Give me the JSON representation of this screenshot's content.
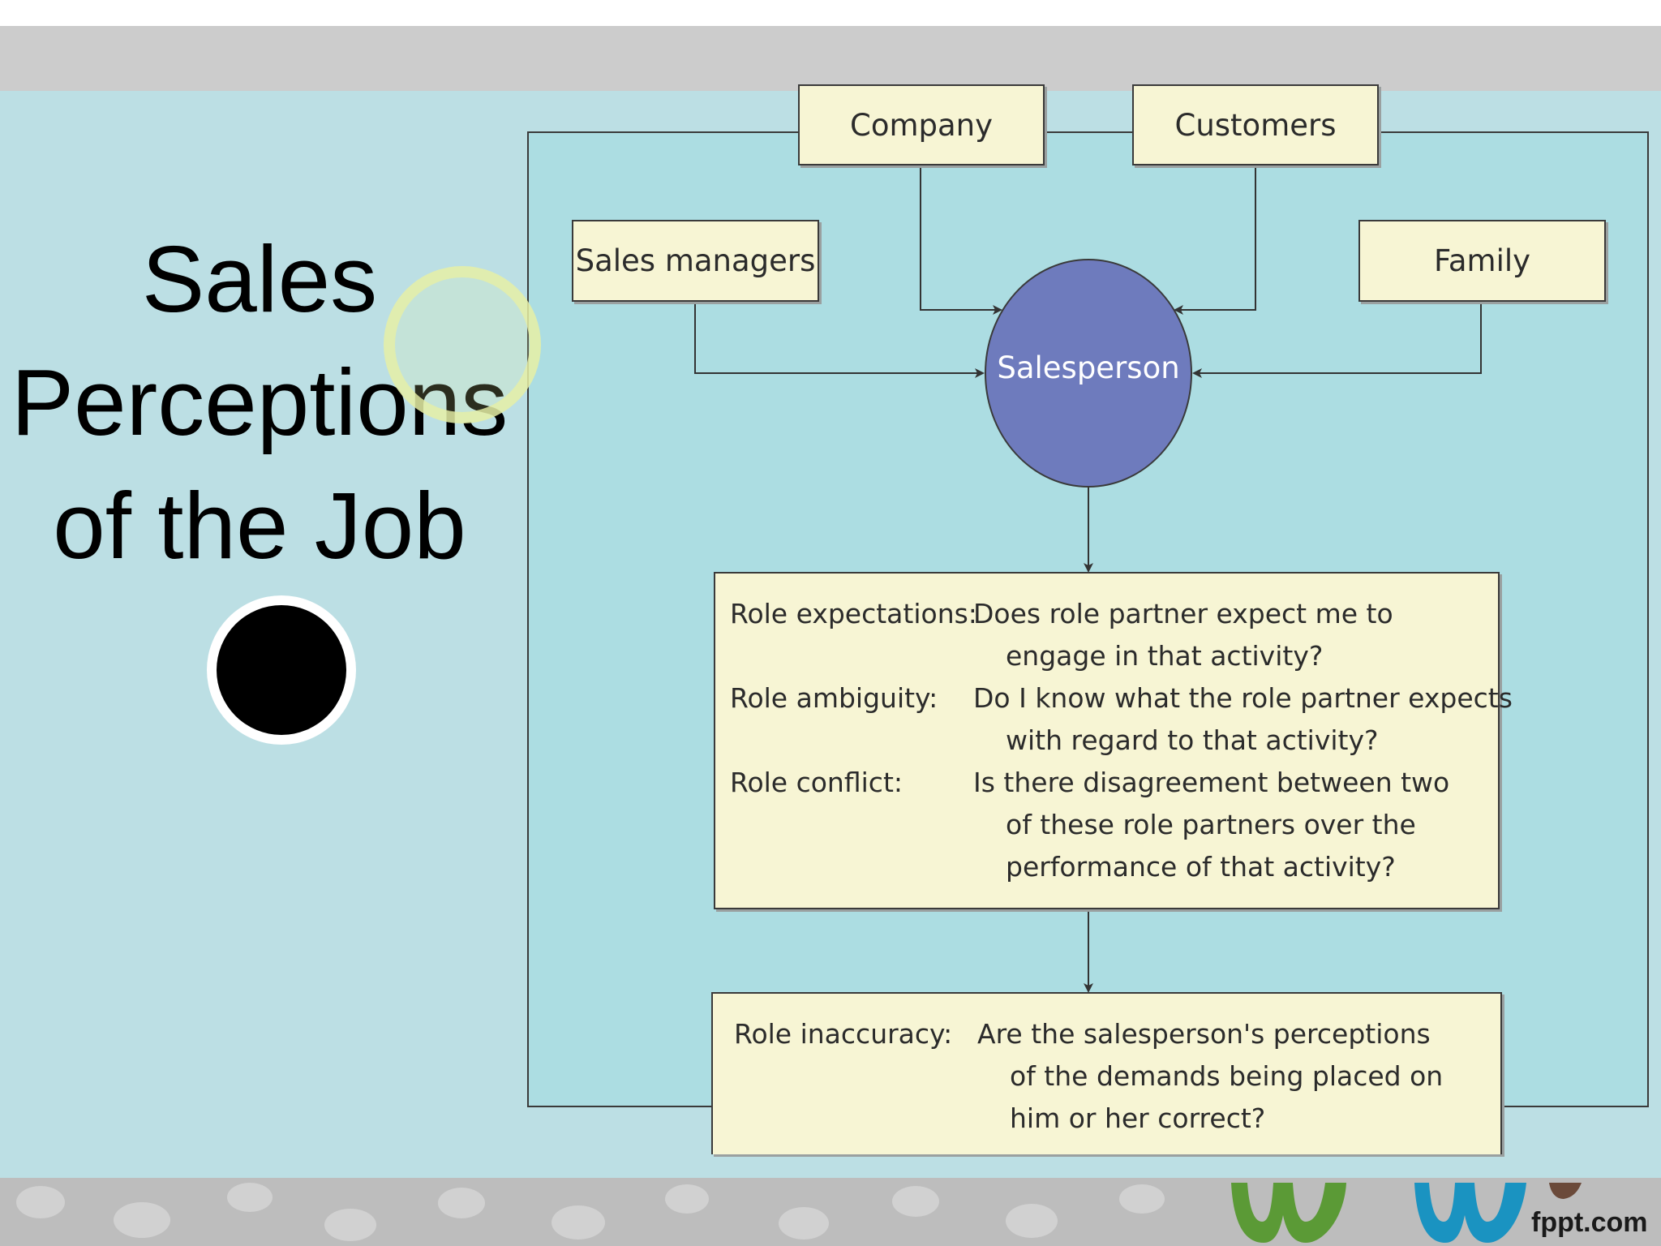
{
  "slide": {
    "title_lines": [
      "Sales",
      "Perceptions",
      "of the Job"
    ]
  },
  "diagram": {
    "nodes": {
      "company": "Company",
      "customers": "Customers",
      "sales_managers": "Sales managers",
      "family": "Family",
      "salesperson": "Salesperson"
    },
    "role_box": [
      {
        "term": "Role expectations:",
        "lines": [
          "Does role partner expect me to",
          "engage in that activity?"
        ]
      },
      {
        "term": "Role ambiguity:",
        "lines": [
          "Do I know what the role partner expects",
          "with regard to that activity?"
        ]
      },
      {
        "term": "Role conflict:",
        "lines": [
          "Is there disagreement between two",
          "of these role partners over the",
          "performance of that activity?"
        ]
      }
    ],
    "inaccuracy_box": {
      "term": "Role inaccuracy:",
      "lines": [
        "Are the salesperson's perceptions",
        "of the demands being placed on",
        "him or her correct?"
      ]
    }
  },
  "footer": {
    "logo_text": "fppt.com"
  },
  "colors": {
    "slide_bg": "#bcdfe4",
    "diagram_bg": "#acdde2",
    "box_fill": "#f7f5d4",
    "salesperson_fill": "#6e7bbd",
    "ring_deco": "#e7f0a6"
  }
}
